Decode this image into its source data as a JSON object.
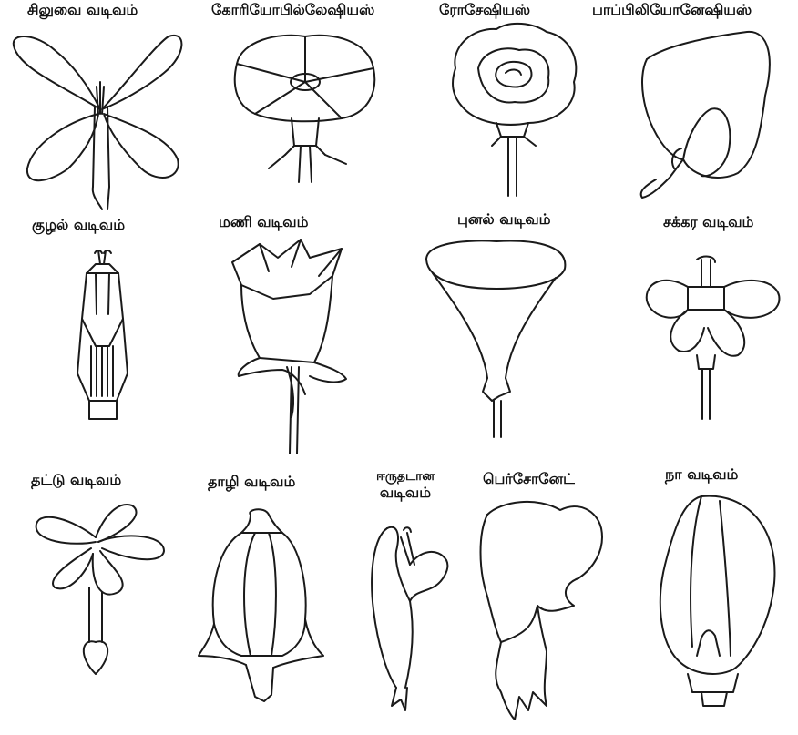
{
  "flowers": [
    {
      "label": "சிலுவை வடிவம்"
    },
    {
      "label": "கோரியோபில்லேஷியஸ்"
    },
    {
      "label": "ரோசேஷியஸ்"
    },
    {
      "label": "பாப்பிலியோனேஷியஸ்"
    },
    {
      "label": "குழல் வடிவம்"
    },
    {
      "label": "மணி வடிவம்"
    },
    {
      "label": "புனல் வடிவம்"
    },
    {
      "label": "சக்கர வடிவம்"
    },
    {
      "label": "தட்டு வடிவம்"
    },
    {
      "label": "தாழி வடிவம்"
    },
    {
      "label_line1": "ஈருதடான",
      "label_line2": "வடிவம்"
    },
    {
      "label": "பெர்சோனேட்"
    },
    {
      "label": "நா வடிவம்"
    }
  ]
}
